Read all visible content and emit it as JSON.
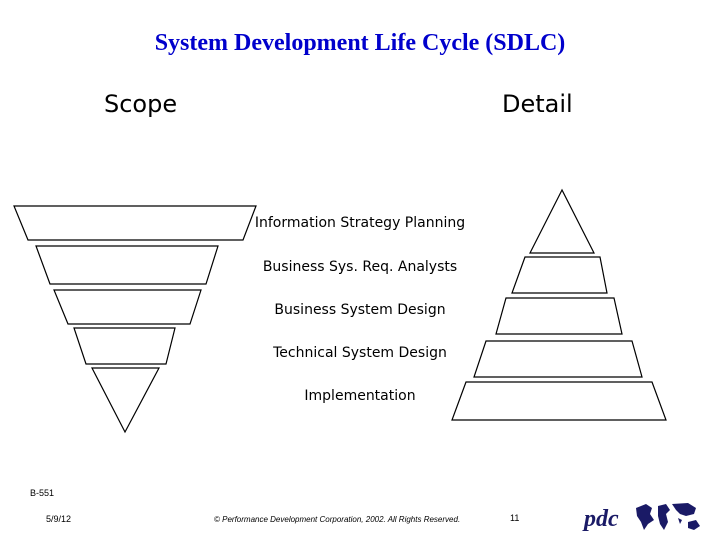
{
  "title": "System Development Life Cycle (SDLC)",
  "columns": {
    "left": "Scope",
    "right": "Detail"
  },
  "stages": [
    {
      "label": "Information Strategy Planning"
    },
    {
      "label": "Business Sys. Req. Analysts"
    },
    {
      "label": "Business System Design"
    },
    {
      "label": "Technical System Design"
    },
    {
      "label": "Implementation"
    }
  ],
  "footer": {
    "code": "B-551",
    "date": "5/9/12",
    "copyright": "© Performance Development Corporation, 2002. All Rights Reserved.",
    "page": "11",
    "logo": "pdc"
  },
  "colors": {
    "title": "#0000cc",
    "logo": "#1a1a66"
  }
}
